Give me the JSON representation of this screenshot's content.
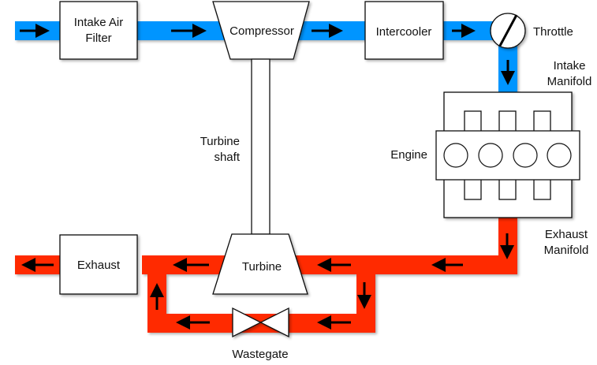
{
  "title": "Turbocharger system diagram",
  "colors": {
    "intake": "#0095ff",
    "exhaust": "#ff2a00",
    "outline": "#111111"
  },
  "components": {
    "intake_air_filter": [
      "Intake Air",
      "Filter"
    ],
    "compressor": "Compressor",
    "intercooler": "Intercooler",
    "throttle": "Throttle",
    "intake_manifold": [
      "Intake",
      "Manifold"
    ],
    "engine": "Engine",
    "exhaust_manifold": [
      "Exhaust",
      "Manifold"
    ],
    "turbine": "Turbine",
    "turbine_shaft": [
      "Turbine",
      "shaft"
    ],
    "exhaust": "Exhaust",
    "wastegate": "Wastegate"
  },
  "engine_cylinders": 4
}
